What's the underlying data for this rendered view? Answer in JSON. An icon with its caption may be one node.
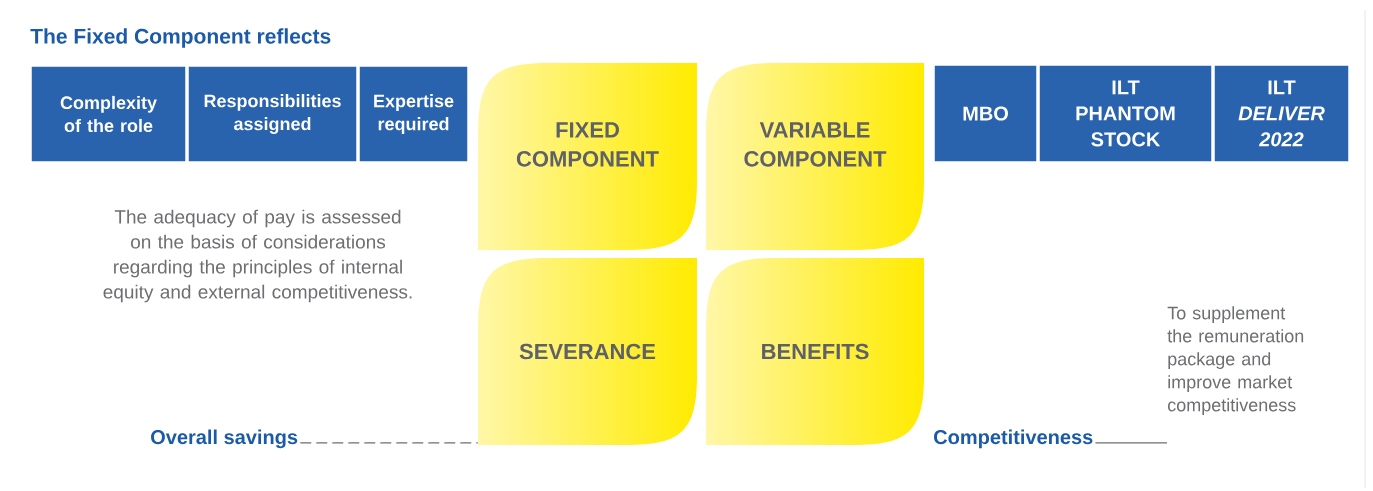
{
  "diagram": {
    "title": "The Fixed Component reflects",
    "nodes": [
      {
        "text": [
          "Complexity of the role"
        ]
      },
      {
        "text": [
          "Responsibilities assigned"
        ]
      },
      {
        "text": [
          "Expertise required"
        ]
      },
      {
        "text": [
          "FIXED COMPONENT"
        ]
      },
      {
        "text": [
          "VARIABLE COMPONENT"
        ]
      },
      {
        "text": [
          "MBO"
        ]
      },
      {
        "text": [
          "ILT PHANTOM STOCK"
        ]
      },
      {
        "text": [
          "ILT *DELIVER 2022*"
        ]
      },
      {
        "text": [
          "SEVERANCE"
        ]
      },
      {
        "text": [
          "BENEFITS"
        ]
      },
      {
        "text": [
          "Overall savings"
        ]
      },
      {
        "text": [
          "Competitiveness"
        ]
      },
      {
        "text": [
          "To supplement the remuneration package and improve market competitiveness"
        ]
      }
    ],
    "edges": [
      {
        "from": 10,
        "to": 8,
        "arrow": "none",
        "style": "dashed"
      },
      {
        "from": 11,
        "to": 12,
        "arrow": "none"
      }
    ],
    "labels": [
      "The adequacy of pay is assessed on the basis of considerations regarding the principles of internal equity and external competitiveness."
    ]
  }
}
